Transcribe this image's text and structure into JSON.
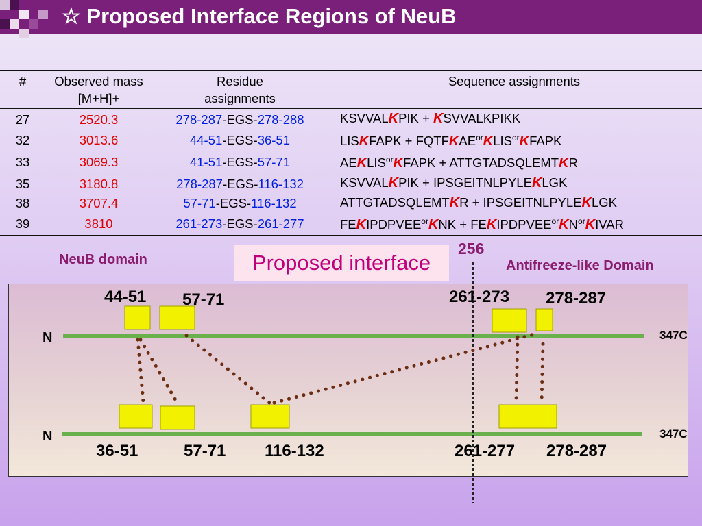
{
  "title": "☆ Proposed Interface Regions of NeuB",
  "table": {
    "headers": {
      "num": "#",
      "mass_line1": "Observed mass",
      "mass_line2": "[M+H]+",
      "res_line1": "Residue",
      "res_line2": "assignments",
      "seq": "Sequence assignments"
    },
    "rows": [
      {
        "num": "27",
        "mass": "2520.3",
        "res_a": "278-287",
        "res_mid": "-EGS-",
        "res_b": "278-288"
      },
      {
        "num": "32",
        "mass": "3013.6",
        "res_a": "44-51",
        "res_mid": "-EGS-",
        "res_b": "36-51"
      },
      {
        "num": "33",
        "mass": "3069.3",
        "res_a": "41-51",
        "res_mid": "-EGS-",
        "res_b": "57-71"
      },
      {
        "num": "35",
        "mass": "3180.8",
        "res_a": "278-287",
        "res_mid": "-EGS-",
        "res_b": "116-132"
      },
      {
        "num": "38",
        "mass": "3707.4",
        "res_a": "57-71",
        "res_mid": "-EGS-",
        "res_b": "116-132"
      },
      {
        "num": "39",
        "mass": "3810",
        "res_a": "261-273",
        "res_mid": "-EGS-",
        "res_b": "261-277"
      }
    ],
    "seq": {
      "r27": [
        "KSVVAL",
        "K",
        "PIK + ",
        "K",
        "SVVALKPIKK"
      ],
      "r32": [
        "LIS",
        "K",
        "FAPK + FQTF",
        "K",
        "AE",
        "or",
        "K",
        "LIS",
        "or",
        "K",
        "FAPK"
      ],
      "r33": [
        "AE",
        "K",
        "LIS",
        "or",
        "K",
        "FAPK + ATTGTADSQLEMT",
        "K",
        "R"
      ],
      "r35": [
        "KSVVAL",
        "K",
        "PIK + IPSGEITNLPYLE",
        "K",
        "LGK"
      ],
      "r38": [
        "ATTGTADSQLEMT",
        "K",
        "R +  IPSGEITNLPYLE",
        "K",
        "LGK"
      ],
      "r39": [
        "FE",
        "K",
        "IPDPVEE",
        "or",
        "K",
        "NK + FE",
        "K",
        "IPDPVEE",
        "or",
        "K",
        "N",
        "or",
        "K",
        "IVAR"
      ]
    }
  },
  "diagram": {
    "neub_domain": "NeuB domain",
    "proposed_interface": "Proposed interface",
    "marker_256": "256",
    "antifreeze_domain": "Antifreeze-like Domain",
    "n_label": "N",
    "c_label": "347C",
    "top_ranges": [
      "44-51",
      "57-71",
      "261-273",
      "278-287"
    ],
    "bottom_ranges": [
      "36-51",
      "57-71",
      "116-132",
      "261-277",
      "278-287"
    ]
  },
  "colors": {
    "title_bar": "#7a1f7a",
    "mass": "#e00000",
    "residue": "#0020e0",
    "chain": "#6ab04c",
    "segment": "#f2f200",
    "link": "#6b2e12",
    "label": "#8b1d6e"
  }
}
